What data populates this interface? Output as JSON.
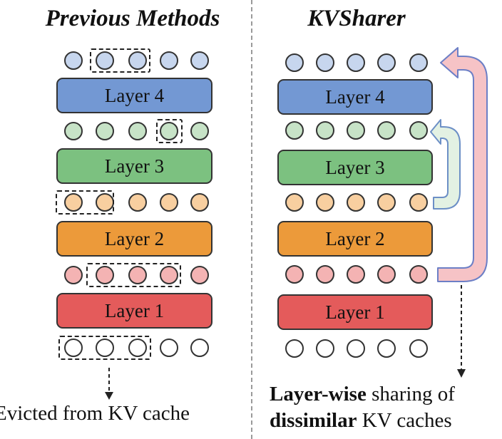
{
  "left": {
    "title": "Previous Methods",
    "caption": "Evicted from KV cache"
  },
  "right": {
    "title": "KVSharer",
    "caption_line1_bold": "Layer-wise",
    "caption_line1_rest": " sharing of",
    "caption_line2_bold": "dissimilar",
    "caption_line2_rest": " KV caches"
  },
  "layers": [
    {
      "label": "Layer 4",
      "fill": "#7398d3"
    },
    {
      "label": "Layer 3",
      "fill": "#7cc180"
    },
    {
      "label": "Layer 2",
      "fill": "#ec9a3a"
    },
    {
      "label": "Layer 1",
      "fill": "#e45b5b"
    }
  ],
  "kv_rows": [
    {
      "name": "layer-4-kv",
      "fill": "#c7d6ee"
    },
    {
      "name": "layer-3-kv",
      "fill": "#c7e3c7"
    },
    {
      "name": "layer-2-kv",
      "fill": "#f8cfa0"
    },
    {
      "name": "layer-1-kv",
      "fill": "#f4b3b3"
    },
    {
      "name": "input-kv",
      "fill": "#ffffff"
    }
  ],
  "colors": {
    "arrow_outer_fill": "#f6c3c6",
    "arrow_outer_stroke": "#6c7fc6",
    "arrow_inner_fill": "#e3f1e3",
    "arrow_inner_stroke": "#6c8fc6"
  }
}
